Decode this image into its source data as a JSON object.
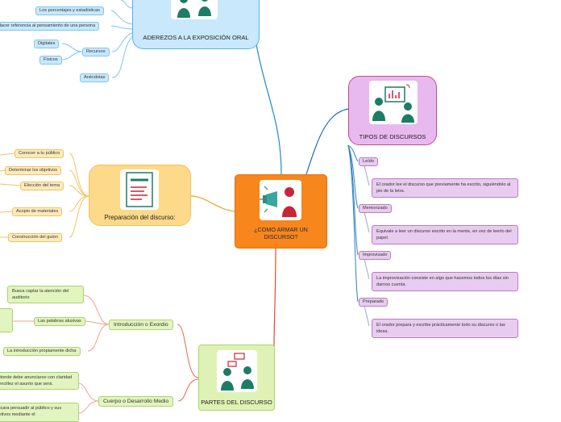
{
  "center": {
    "label": "¿COMO ARMAR UN DISCURSO?"
  },
  "aderezos": {
    "label": "ADEREZOS A LA EXPOSICIÓN ORAL",
    "items": [
      "Los porcentajes y estadísticas",
      "Hacer referencia al pensamiento de una persona",
      "Recursos",
      "Digitales",
      "Físicos",
      "Anécdotas"
    ]
  },
  "tipos": {
    "label": "TIPOS DE DISCURSOS",
    "items": [
      {
        "name": "Leído",
        "desc": "El orador lee el discurso que previamente ha escrito, siguiéndolo al pie de la letra."
      },
      {
        "name": "Memorizado",
        "desc": "Equivale a leer un discurso escrito en la mente, en vez de leerlo del papel."
      },
      {
        "name": "Improvisado",
        "desc": "La improvisación consiste en algo que hacemos todos los días sin darnos cuenta."
      },
      {
        "name": "Preparado",
        "desc": "El orador prepara y escribe prácticamente todo su discurso o las ideas."
      }
    ]
  },
  "preparacion": {
    "label": "Preparación del discurso:",
    "items": [
      "Conocer a tu público",
      "Determinar los objetivos",
      "Elección del tema",
      "Acopio de materiales",
      "Construcción del guion"
    ]
  },
  "partes": {
    "label": "PARTES DEL DISCURSO",
    "intro": "Introducción o Exordio",
    "intro_items": [
      "Busca captar la atención del auditorio",
      "Las palabras alusivas",
      "La introducción propiamente dicha"
    ],
    "cuerpo": "Cuerpo o Desarrollo Medio",
    "cuerpo_items": [
      "Es donde debe anunciarse con claridad y sencillez el asunto que será.",
      "Buscara persuadir al público y sus objetivos mediante el"
    ]
  },
  "colors": {
    "center": "#f7861c",
    "aderezos": "#4fb6ec",
    "tipos": "#d58adf",
    "preparacion": "#fdd98a",
    "partes": "#dff2b5"
  }
}
